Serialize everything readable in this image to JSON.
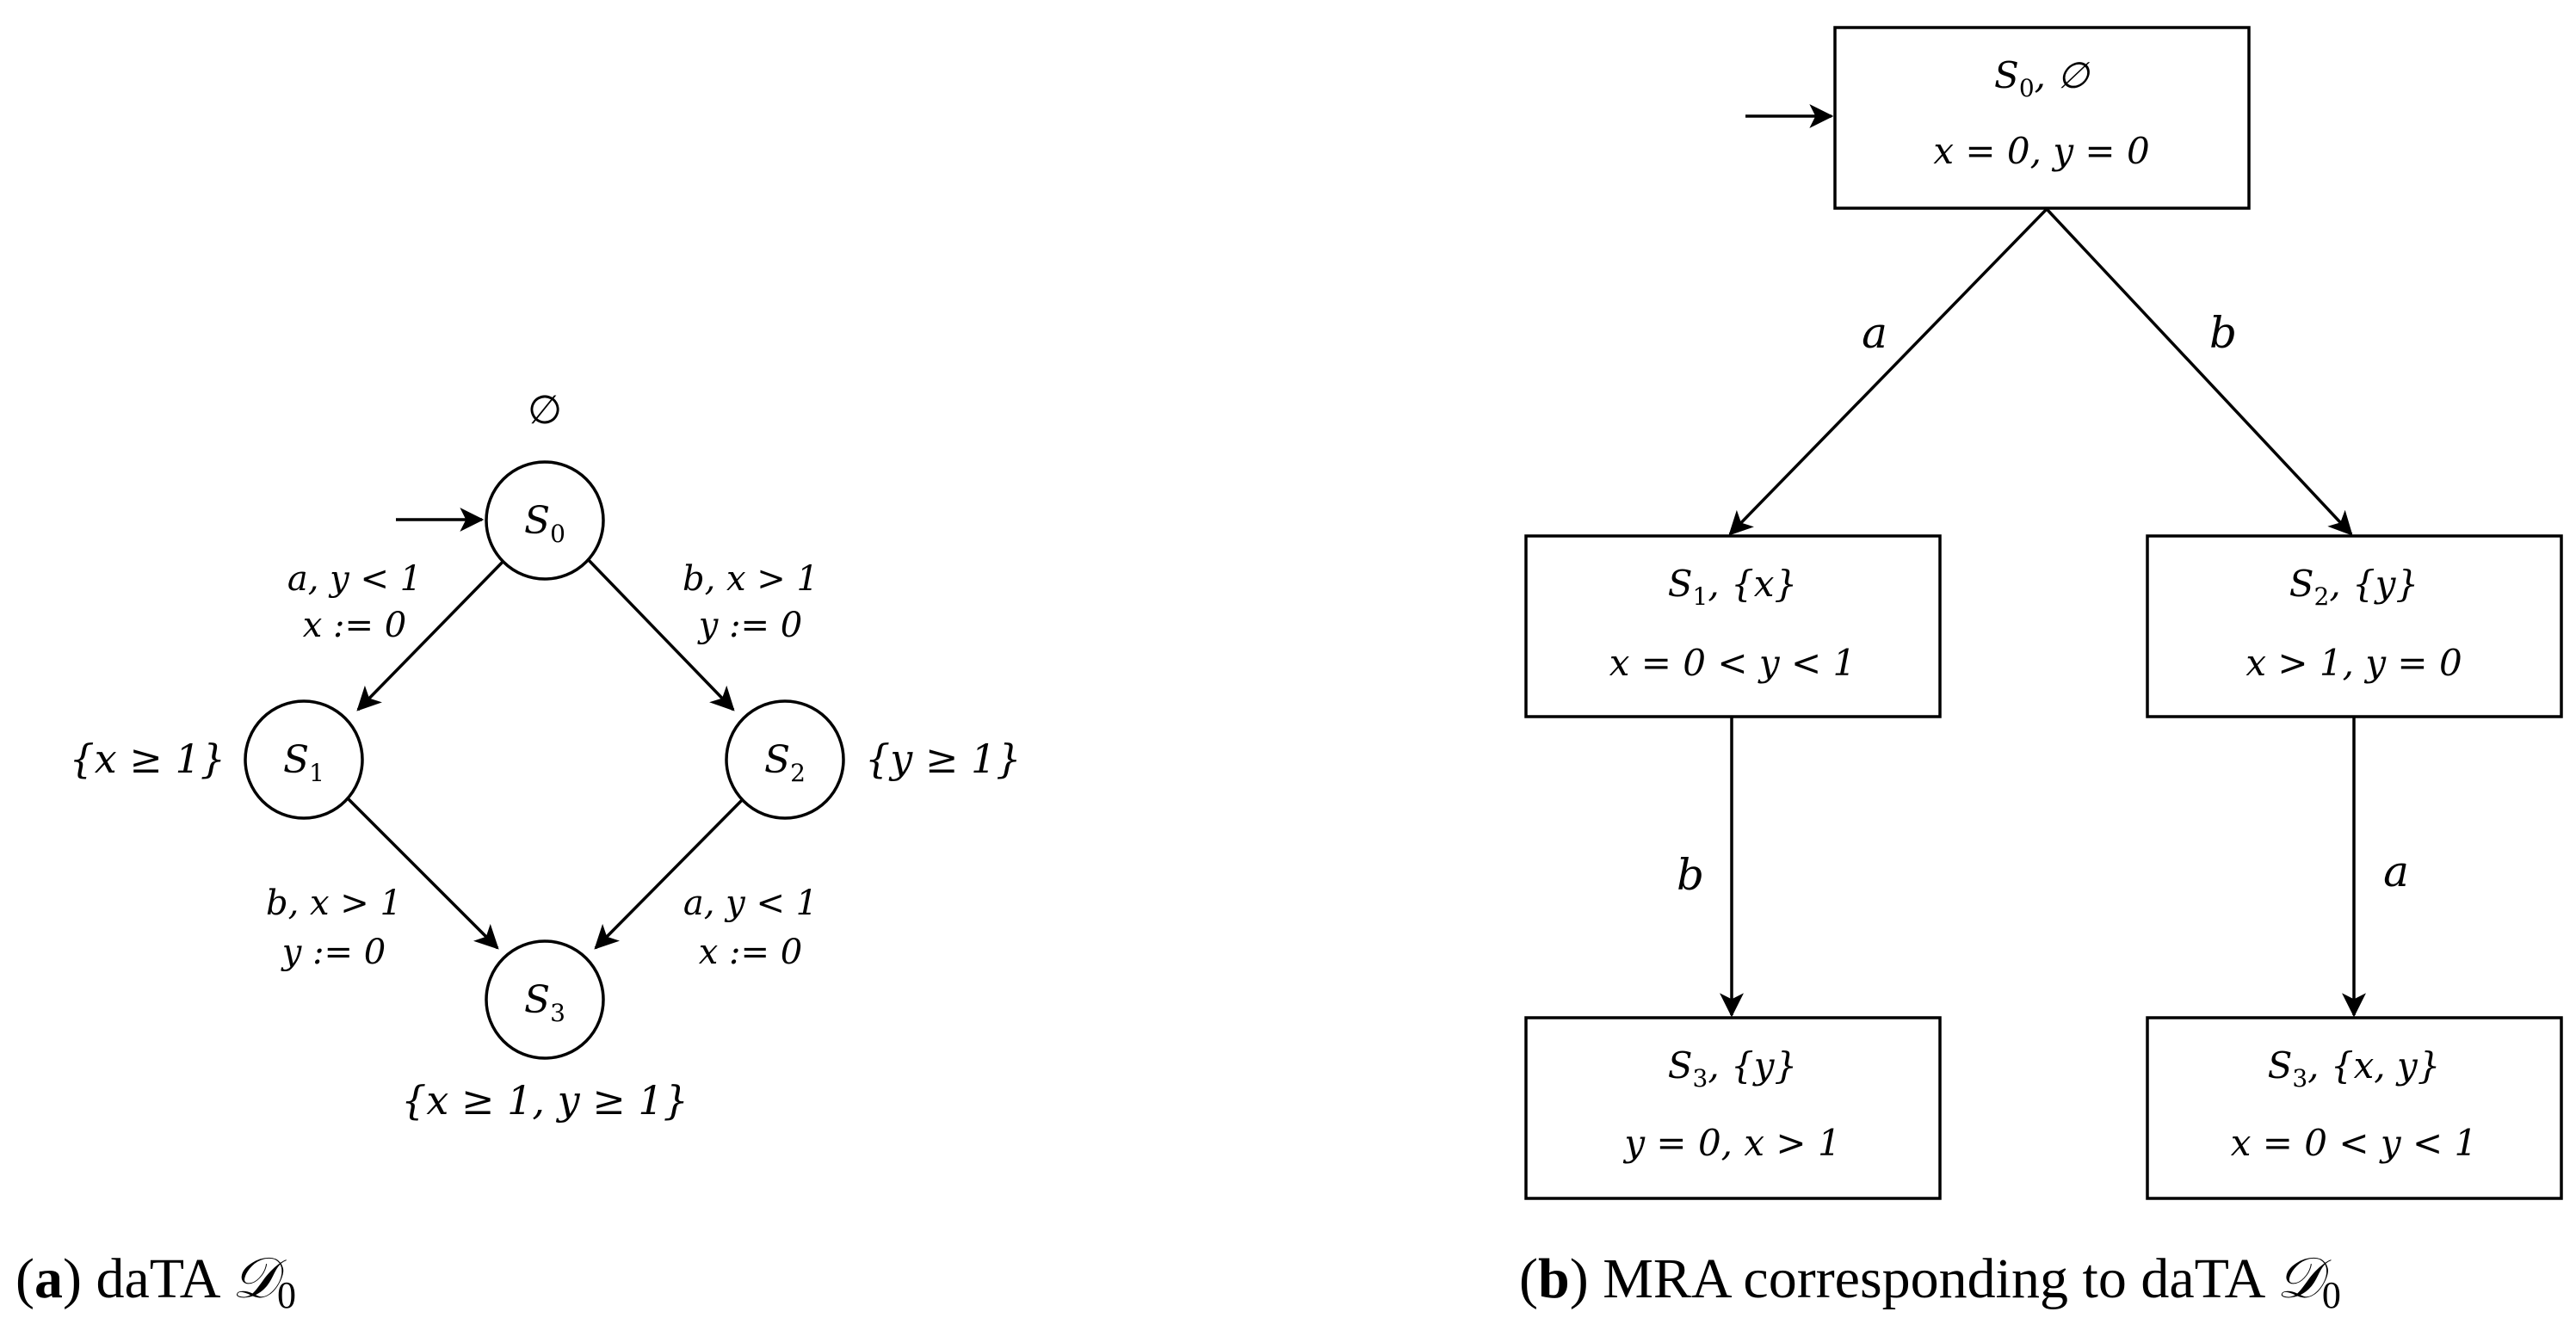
{
  "left": {
    "caption": {
      "tag": "a",
      "text": "daTA",
      "sym": "𝒟",
      "sub": "0"
    },
    "states": {
      "s0": {
        "label": "S",
        "sub": "0"
      },
      "s1": {
        "label": "S",
        "sub": "1"
      },
      "s2": {
        "label": "S",
        "sub": "2"
      },
      "s3": {
        "label": "S",
        "sub": "3"
      }
    },
    "annotations": {
      "s0": "∅",
      "s1": "{x ≥ 1}",
      "s2": "{y ≥ 1}",
      "s3": "{x ≥ 1,  y ≥ 1}"
    },
    "edges": {
      "s0_s1": {
        "guard": "a, y < 1",
        "reset": "x := 0"
      },
      "s0_s2": {
        "guard": "b, x > 1",
        "reset": "y := 0"
      },
      "s1_s3": {
        "guard": "b, x > 1",
        "reset": "y := 0"
      },
      "s2_s3": {
        "guard": "a, y < 1",
        "reset": "x := 0"
      }
    }
  },
  "right": {
    "caption": {
      "tag": "b",
      "text": "MRA corresponding to daTA",
      "sym": "𝒟",
      "sub": "0"
    },
    "boxes": {
      "r0": {
        "state": "S",
        "sub": "0",
        "set": ", ∅",
        "valuation": "x = 0,  y = 0"
      },
      "r1": {
        "state": "S",
        "sub": "1",
        "set": ", {x}",
        "valuation": "x = 0 < y < 1"
      },
      "r2": {
        "state": "S",
        "sub": "2",
        "set": ", {y}",
        "valuation": "x > 1,  y = 0"
      },
      "r3": {
        "state": "S",
        "sub": "3",
        "set": ", {y}",
        "valuation": "y = 0,  x > 1"
      },
      "r4": {
        "state": "S",
        "sub": "3",
        "set": ", {x, y}",
        "valuation": "x = 0 < y < 1"
      }
    },
    "edges": {
      "r0_r1": "a",
      "r0_r2": "b",
      "r1_r3": "b",
      "r2_r4": "a"
    }
  }
}
